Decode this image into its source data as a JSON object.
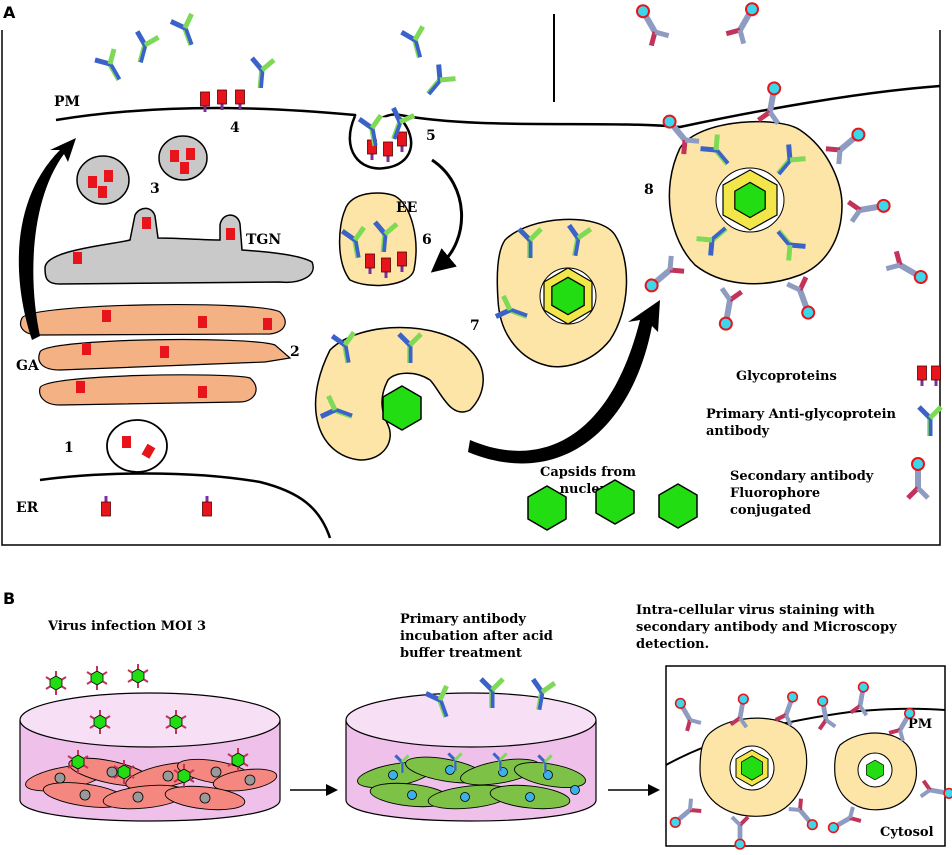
{
  "panel_a": {
    "label": "A",
    "compartments": {
      "pm": "PM",
      "tgn": "TGN",
      "ga": "GA",
      "ee": "EE",
      "er": "ER"
    },
    "steps": [
      "1",
      "2",
      "3",
      "4",
      "5",
      "6",
      "7",
      "8"
    ],
    "capsids_label": [
      "Capsids from",
      "nucleus"
    ],
    "legend": {
      "glycoproteins": "Glycoproteins",
      "primary": [
        "Primary Anti-glycoprotein",
        "antibody"
      ],
      "secondary": [
        "Secondary antibody",
        "Fluorophore",
        "conjugated"
      ]
    }
  },
  "panel_b": {
    "label": "B",
    "step1": [
      "Virus infection MOI 3"
    ],
    "step2": [
      "Primary antibody",
      "incubation after acid",
      "buffer treatment"
    ],
    "step3": [
      "Intra-cellular virus staining with",
      "secondary antibody and Microscopy",
      "detection."
    ],
    "inset_pm": "PM",
    "inset_cytosol": "Cytosol"
  },
  "colors": {
    "glyco_red": "#e8141b",
    "glyco_stem": "#7b2fa0",
    "capsid_green": "#22dd11",
    "primary_green": "#7ed957",
    "primary_blue": "#3a62c9",
    "secondary_grey": "#8d9cc0",
    "secondary_red": "#c2335a",
    "fluor_cyan": "#3cd7e8",
    "ga_orange": "#f4b183",
    "tgn_grey": "#c9c9c9",
    "endosome_yellow": "#fde5a7",
    "dish_pink": "#f2c5ee",
    "infected_cell": "#f4877f",
    "stained_cell": "#7dc147"
  }
}
